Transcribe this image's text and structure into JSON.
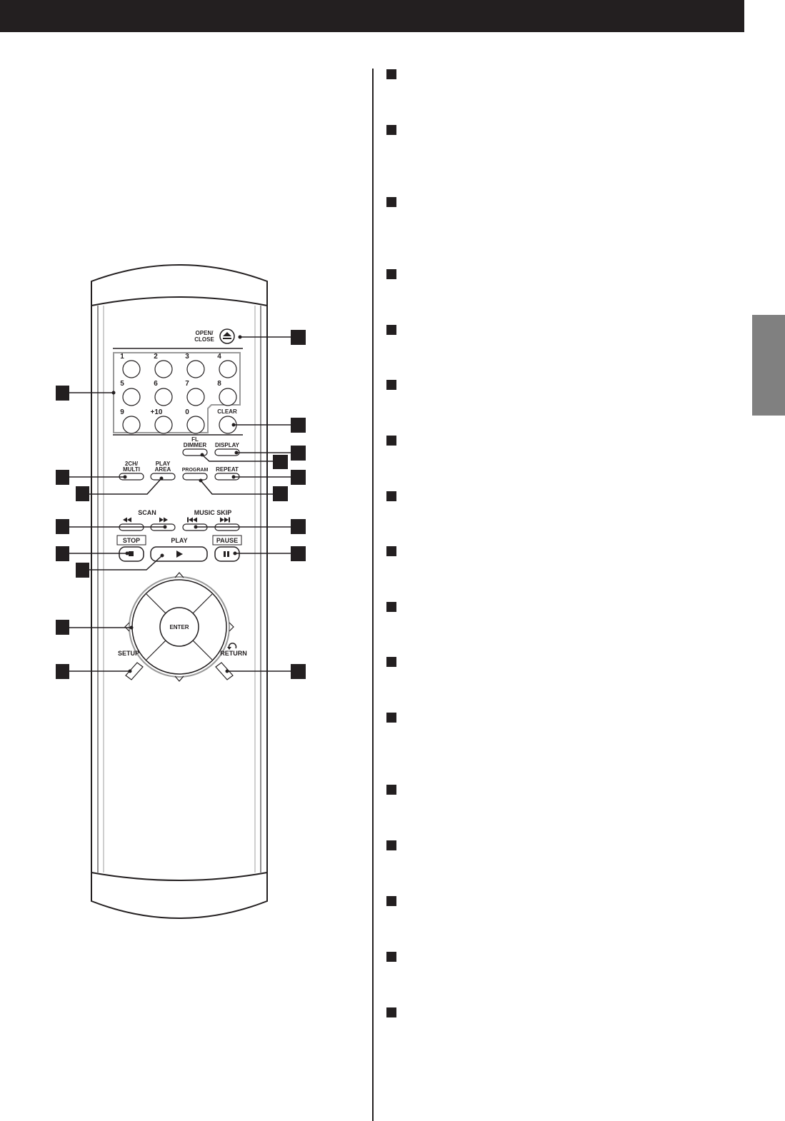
{
  "page": {
    "accent": "#231f20",
    "tab_color": "#808080"
  },
  "remote": {
    "open_close_line1": "OPEN/",
    "open_close_line2": "CLOSE",
    "digits": [
      "1",
      "2",
      "3",
      "4",
      "5",
      "6",
      "7",
      "8",
      "9",
      "+10",
      "0"
    ],
    "clear": "CLEAR",
    "fl_line1": "FL",
    "fl_line2": "DIMMER",
    "display": "DISPLAY",
    "ch_line1": "2CH/",
    "ch_line2": "MULTI",
    "play_area_line1": "PLAY",
    "play_area_line2": "AREA",
    "program": "PROGRAM",
    "repeat": "REPEAT",
    "scan": "SCAN",
    "music_skip": "MUSIC SKIP",
    "stop": "STOP",
    "play": "PLAY",
    "pause": "PAUSE",
    "enter": "ENTER",
    "setup": "SETUP",
    "return": "RETURN"
  },
  "icons": {
    "eject": "eject-icon",
    "rewind": "rewind-icon",
    "fast_forward": "fast-forward-icon",
    "skip_back": "skip-back-icon",
    "skip_forward": "skip-forward-icon",
    "stop": "stop-icon",
    "play": "play-icon",
    "pause": "pause-icon",
    "return": "return-arrow-icon"
  }
}
